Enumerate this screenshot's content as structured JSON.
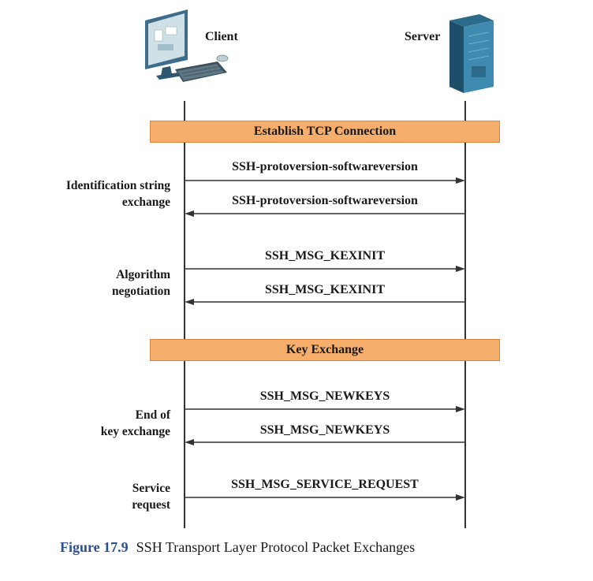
{
  "endpoints": {
    "client": {
      "label": "Client",
      "icon": "desktop-computer-icon"
    },
    "server": {
      "label": "Server",
      "icon": "server-tower-icon"
    }
  },
  "phases": [
    {
      "label": "Establish TCP Connection"
    },
    {
      "label": "Key Exchange"
    }
  ],
  "messages": [
    {
      "label": "SSH-protoversion-softwareversion",
      "direction": "client-to-server"
    },
    {
      "label": "SSH-protoversion-softwareversion",
      "direction": "server-to-client"
    },
    {
      "label": "SSH_MSG_KEXINIT",
      "direction": "client-to-server"
    },
    {
      "label": "SSH_MSG_KEXINIT",
      "direction": "server-to-client"
    },
    {
      "label": "SSH_MSG_NEWKEYS",
      "direction": "client-to-server"
    },
    {
      "label": "SSH_MSG_NEWKEYS",
      "direction": "server-to-client"
    },
    {
      "label": "SSH_MSG_SERVICE_REQUEST",
      "direction": "client-to-server"
    }
  ],
  "side_labels": [
    {
      "line1": "Identification string",
      "line2": "exchange"
    },
    {
      "line1": "Algorithm",
      "line2": "negotiation"
    },
    {
      "line1": "End of",
      "line2": "key exchange"
    },
    {
      "line1": "Service",
      "line2": "request"
    }
  ],
  "caption": {
    "figure": "Figure 17.9",
    "text": "SSH Transport Layer Protocol Packet Exchanges"
  },
  "colors": {
    "band_fill": "#f5ae6b",
    "band_border": "#d9843a",
    "caption_blue": "#2e4f8f"
  }
}
